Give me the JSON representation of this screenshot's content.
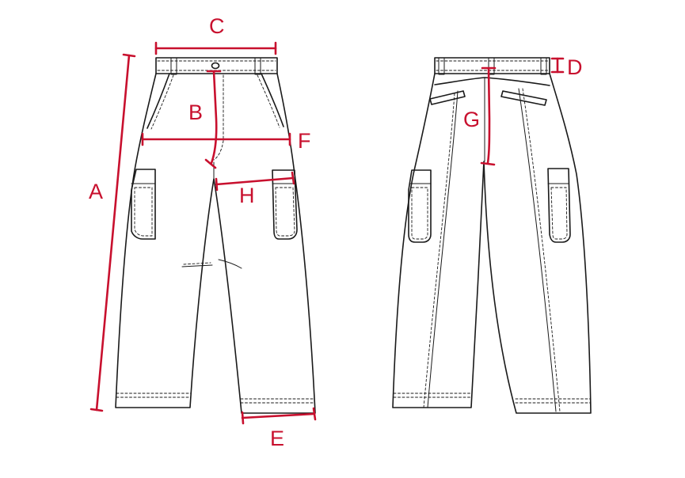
{
  "labels": {
    "A": "A",
    "B": "B",
    "C": "C",
    "D": "D",
    "E": "E",
    "F": "F",
    "G": "G",
    "H": "H"
  },
  "colors": {
    "dimension_red": "#c8102e",
    "outline": "#1a1a1a"
  }
}
